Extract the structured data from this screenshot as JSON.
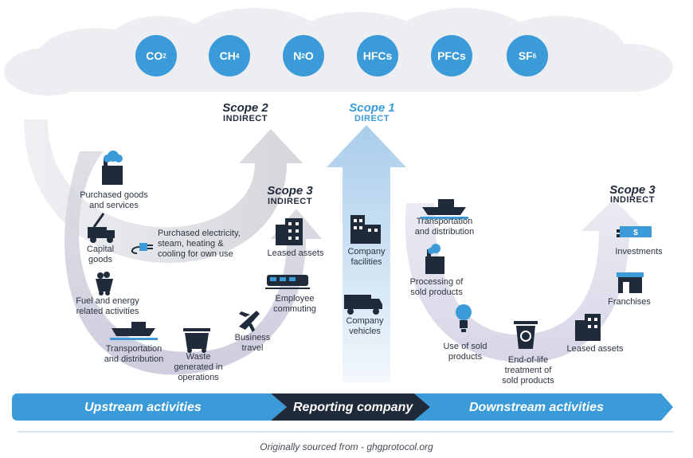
{
  "gases": [
    {
      "base": "CO",
      "sub": "2"
    },
    {
      "base": "CH",
      "sub": "4"
    },
    {
      "base": "N",
      "sub": "2",
      "tail": "O"
    },
    {
      "base": "HFCs",
      "sub": ""
    },
    {
      "base": "PFCs",
      "sub": ""
    },
    {
      "base": "SF",
      "sub": "6"
    }
  ],
  "scopes": {
    "scope2": {
      "title": "Scope 2",
      "subtitle": "INDIRECT"
    },
    "scope1": {
      "title": "Scope 1",
      "subtitle": "DIRECT"
    },
    "scope3_up": {
      "title": "Scope 3",
      "subtitle": "INDIRECT"
    },
    "scope3_down": {
      "title": "Scope 3",
      "subtitle": "INDIRECT"
    }
  },
  "upstream": {
    "purchased_goods": "Purchased goods\nand services",
    "capital_goods": "Capital\ngoods",
    "electricity": "Purchased electricity,\nsteam, heating &\ncooling for own use",
    "fuel_energy": "Fuel and energy\nrelated activities",
    "transport": "Transportation\nand distribution",
    "waste": "Waste\ngenerated in\noperations",
    "business_travel": "Business\ntravel",
    "commuting": "Employee\ncommuting",
    "leased_assets": "Leased assets"
  },
  "reporting": {
    "facilities": "Company\nfacilities",
    "vehicles": "Company\nvehicles"
  },
  "downstream": {
    "transport": "Transportation\nand distribution",
    "processing": "Processing of\nsold products",
    "use": "Use of sold\nproducts",
    "end_of_life": "End-of-life\ntreatment of\nsold products",
    "leased_assets": "Leased assets",
    "franchises": "Franchises",
    "investments": "Investments",
    "dollar": "$"
  },
  "band": {
    "upstream": "Upstream activities",
    "reporting": "Reporting company",
    "downstream": "Downstream activities"
  },
  "footer": "Originally sourced from - ghgprotocol.org",
  "colors": {
    "gas_circle": "#3a9bd8",
    "band_blue": "#3a9bd8",
    "band_dark": "#1f2a3a",
    "icon_dark": "#1f2a3a",
    "scope1": "#3a9bd8",
    "scope_dark": "#1f2a3a"
  }
}
